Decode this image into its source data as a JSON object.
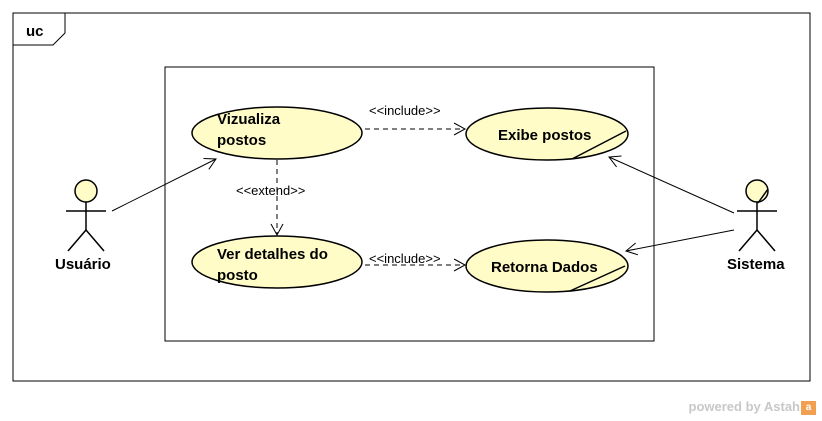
{
  "frame": {
    "tag": "uc"
  },
  "actors": {
    "usuario": {
      "name": "Usuário"
    },
    "sistema": {
      "name": "Sistema"
    }
  },
  "use_cases": {
    "vizualiza": {
      "line1": "Vizualiza",
      "line2": "postos"
    },
    "ver_detalhes": {
      "line1": "Ver detalhes do",
      "line2": "posto"
    },
    "exibe": {
      "label": "Exibe postos"
    },
    "retorna": {
      "label": "Retorna Dados"
    }
  },
  "relations": {
    "include_top": "<<include>>",
    "include_bottom": "<<include>>",
    "extend": "<<extend>>"
  },
  "watermark": {
    "text": "powered by Astah"
  },
  "colors": {
    "usecase_fill": "#fffcc8",
    "stroke": "#000000"
  }
}
